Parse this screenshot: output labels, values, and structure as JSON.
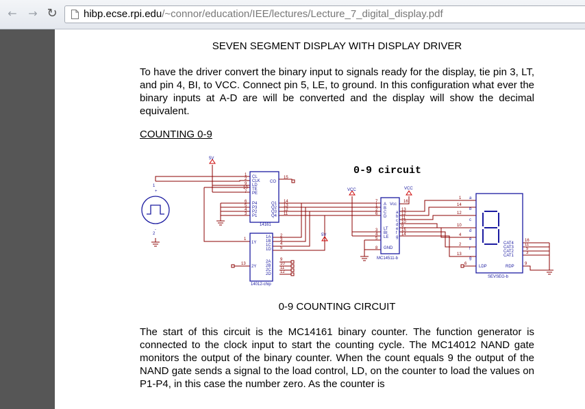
{
  "browser": {
    "back_icon": "back-arrow-icon",
    "forward_icon": "forward-arrow-icon",
    "reload_icon": "reload-icon",
    "url_domain": "hibp.ecse.rpi.edu",
    "url_path": "/~connor/education/IEE/lectures/Lecture_7_digital_display.pdf"
  },
  "document": {
    "heading": "SEVEN SEGMENT DISPLAY WITH DISPLAY DRIVER",
    "paragraph1": "To have the driver convert the binary input to signals ready for the display, tie pin 3, LT, and pin 4, BI, to VCC.  Connect pin 5, LE, to ground.  In this configuration what ever the binary inputs at A-D are will be converted and the display will show the decimal equivalent.",
    "subheading": "COUNTING 0-9",
    "circuit_title": "0-9 circuit",
    "caption": "0-9 COUNTING CIRCUIT",
    "paragraph2": "The start of this circuit is the MC14161 binary counter.  The function generator is connected to the clock input to start the counting cycle.  The MC14012 NAND gate monitors the output of the binary counter.  When the count equals 9 the output of the NAND gate sends a signal to the load control, LD, on the counter to load the values on P1-P4, in this case the number zero.  As the counter is"
  },
  "schematic": {
    "counter": {
      "name": "14161",
      "pins_left": [
        "CL",
        "CLK",
        "LD",
        "TE",
        "PE",
        "P4",
        "P3",
        "P2",
        "P1"
      ],
      "pins_left_nums": [
        "1",
        "2",
        "9",
        "10",
        "7",
        "6",
        "5",
        "4",
        "3"
      ],
      "pins_right": [
        "CO",
        "Q1",
        "Q2",
        "Q3",
        "Q4"
      ],
      "pins_right_nums": [
        "15",
        "14",
        "13",
        "12",
        "11"
      ]
    },
    "nand": {
      "name": "14012-chip",
      "pins_left": [
        "1Y",
        "2Y"
      ],
      "pins_left_nums": [
        "1",
        "13"
      ],
      "pins_mid": [
        "1A",
        "1B",
        "1C",
        "1D",
        "2A",
        "2B",
        "2C",
        "2D"
      ],
      "pins_right_nums": [
        "2",
        "3",
        "4",
        "5",
        "9",
        "10",
        "11",
        "12"
      ]
    },
    "driver": {
      "name": "MC14511-b",
      "pins_left": [
        "A",
        "B",
        "C",
        "D",
        "LT",
        "BI",
        "LE",
        "GND"
      ],
      "pins_left_nums": [
        "7",
        "1",
        "2",
        "6",
        "3",
        "4",
        "5",
        "8"
      ],
      "pins_right": [
        "a",
        "b",
        "c",
        "d",
        "e",
        "f",
        "g"
      ],
      "pins_right_nums": [
        "13",
        "12",
        "11",
        "10",
        "9",
        "15",
        "14"
      ],
      "vcc_label": "Vcc",
      "vcc_pin": "16"
    },
    "display": {
      "name": "SEVSEG-b",
      "pins_left": [
        "a",
        "b",
        "c",
        "d",
        "e",
        "f",
        "g"
      ],
      "pins_left_nums": [
        "1",
        "14",
        "12",
        "10",
        "4",
        "2",
        "13"
      ],
      "pins_right": [
        "CAT4",
        "CAT3",
        "CAT2",
        "CAT1"
      ],
      "pins_right_nums": [
        "16",
        "11",
        "5",
        "3"
      ],
      "ldp": "LDP",
      "rdp": "RDP",
      "ldp_pin": "6",
      "rdp_pin": "9"
    },
    "labels": {
      "five_v": "5V",
      "vcc": "VCC",
      "gen_pin_top": "1",
      "gen_pin_bottom": "2",
      "gen_plus": "+",
      "gen_minus": "-"
    }
  },
  "colors": {
    "wire": "#8b0000",
    "component": "#1a1aa0",
    "page_margin": "#565656"
  }
}
